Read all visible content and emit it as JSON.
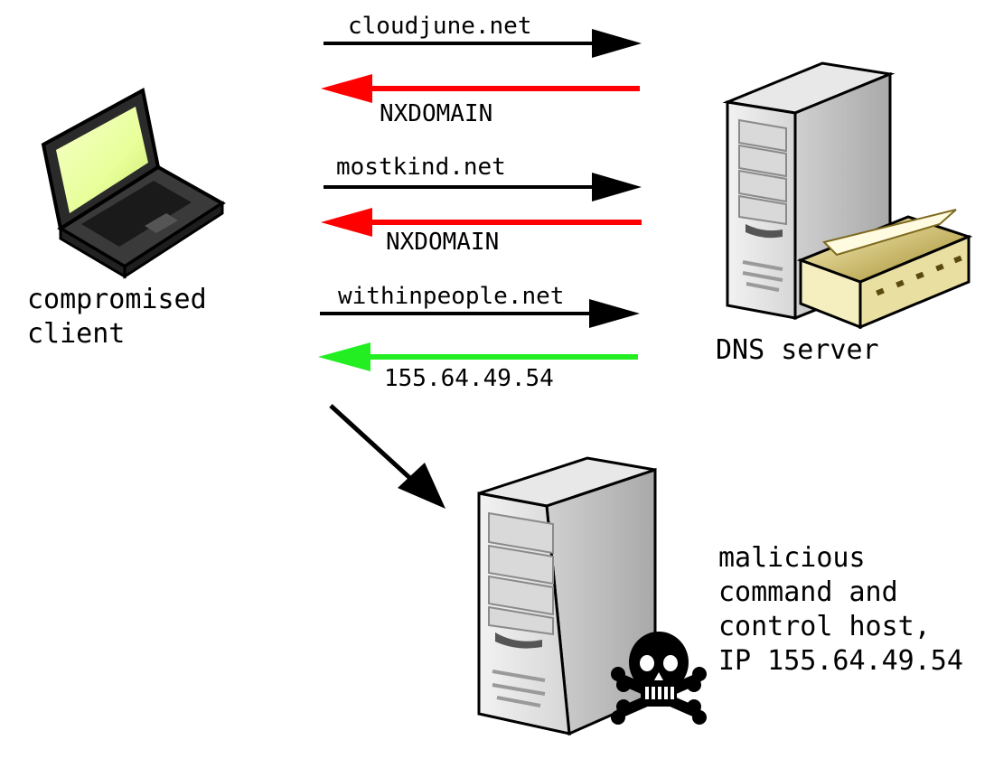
{
  "nodes": {
    "client": {
      "label_lines": [
        "compromised",
        "client"
      ]
    },
    "dns": {
      "label": "DNS server"
    },
    "c2": {
      "label_lines": [
        "malicious",
        "command and",
        "control host,",
        "IP 155.64.49.54"
      ]
    }
  },
  "exchanges": [
    {
      "query": "cloudjune.net",
      "response": "NXDOMAIN",
      "response_color": "#ff0000"
    },
    {
      "query": "mostkind.net",
      "response": "NXDOMAIN",
      "response_color": "#ff0000"
    },
    {
      "query": "withinpeople.net",
      "response": "155.64.49.54",
      "response_color": "#22ee22"
    }
  ],
  "colors": {
    "query_arrow": "#000000",
    "nxdomain_arrow": "#ff0000",
    "resolved_arrow": "#22ee22"
  },
  "icons": {
    "client": "laptop-icon",
    "dns": "dns-server-icon",
    "c2": "server-icon",
    "malicious": "skull-crossbones-icon",
    "dns_db": "database-book-icon"
  }
}
